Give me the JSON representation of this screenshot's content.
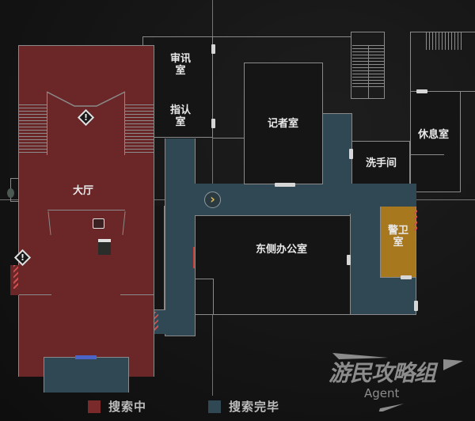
{
  "map": {
    "rooms": {
      "main_hall": "大厅",
      "interrogation_room": "审讯\n室",
      "identification_room": "指认\n室",
      "press_room": "记者室",
      "restroom": "洗手间",
      "break_room": "休息室",
      "east_office": "东侧办公室",
      "guard_room": "警卫\n室"
    },
    "colors": {
      "searching": "#6b2727",
      "searched": "#2f4854",
      "guard_room": "#a8781f",
      "background": "#121212"
    },
    "icons": {
      "warning": "!",
      "player_marker": "›"
    }
  },
  "legend": {
    "searching_label": "搜索中",
    "searched_label": "搜索完毕"
  },
  "watermark": {
    "title": "游民攻略组",
    "subtitle": "Agent"
  }
}
